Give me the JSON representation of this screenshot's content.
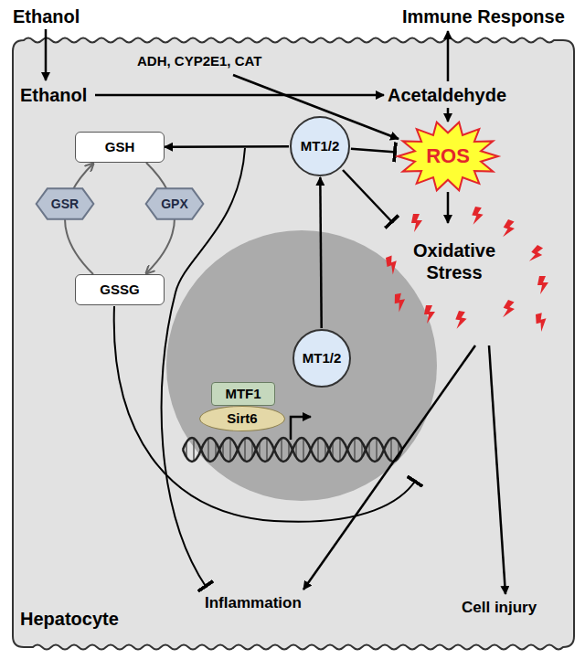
{
  "diagram": {
    "nodes": [
      {
        "text": [
          "Hepatocyte"
        ]
      },
      {
        "text": [
          "GSH"
        ],
        "in": 0
      },
      {
        "text": [
          "MT1/2"
        ],
        "in": 0
      },
      {
        "text": [
          "ROS"
        ],
        "in": 0
      },
      {
        "text": [
          "GSR"
        ],
        "in": 0
      },
      {
        "text": [
          "GPX"
        ],
        "in": 0
      },
      {
        "text": [
          "GSSG"
        ],
        "in": 0
      },
      {
        "text": [
          "MTF1"
        ],
        "in": 0
      },
      {
        "text": [
          "MT1/2"
        ],
        "in": 0
      },
      {
        "text": [
          "Sirt6"
        ],
        "in": 0
      }
    ],
    "edges": [
      {
        "from": 8,
        "to": 2,
        "arrow": "to"
      },
      {
        "from": 2,
        "to": 1,
        "arrow": "to"
      },
      {
        "from": 2,
        "to": 3,
        "arrow": "to"
      },
      {
        "from": 6,
        "to": 1,
        "arrow": "to"
      },
      {
        "from": 1,
        "to": 6,
        "arrow": "to"
      }
    ],
    "labels": [
      "Ethanol",
      "Immune Response",
      "Ethanol",
      "ADH, CYP2E1, CAT",
      "Acetaldehyde",
      "Oxidative Stress",
      "Inflammation",
      "Cell injury"
    ]
  }
}
